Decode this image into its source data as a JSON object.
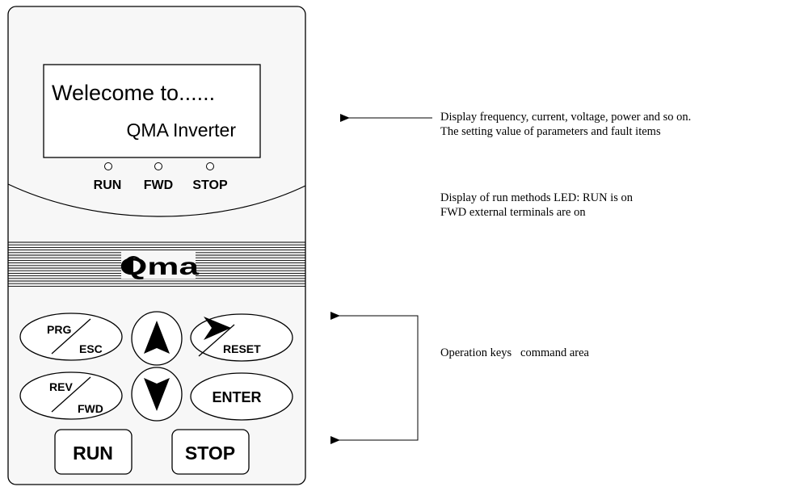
{
  "display": {
    "line1": "Welecome to......",
    "line2": "QMA Inverter"
  },
  "leds": [
    {
      "label": "RUN"
    },
    {
      "label": "FWD"
    },
    {
      "label": "STOP"
    }
  ],
  "logo": {
    "text": "Qma"
  },
  "keys": {
    "prg_esc": {
      "top": "PRG",
      "bottom": "ESC"
    },
    "up": "up-arrow-icon",
    "shift_reset": {
      "bottom": "RESET"
    },
    "rev_fwd": {
      "top": "REV",
      "bottom": "FWD"
    },
    "down": "down-arrow-icon",
    "enter": "ENTER",
    "run": "RUN",
    "stop": "STOP"
  },
  "annotations": {
    "display": {
      "line1": "Display frequency, current, voltage, power and so on.",
      "line2": "The setting value of parameters and fault items"
    },
    "leds": {
      "line1": "Display of run methods LED: RUN is on",
      "line2": "FWD external terminals are on"
    },
    "keys": {
      "line1": "Operation keys   command area"
    }
  }
}
